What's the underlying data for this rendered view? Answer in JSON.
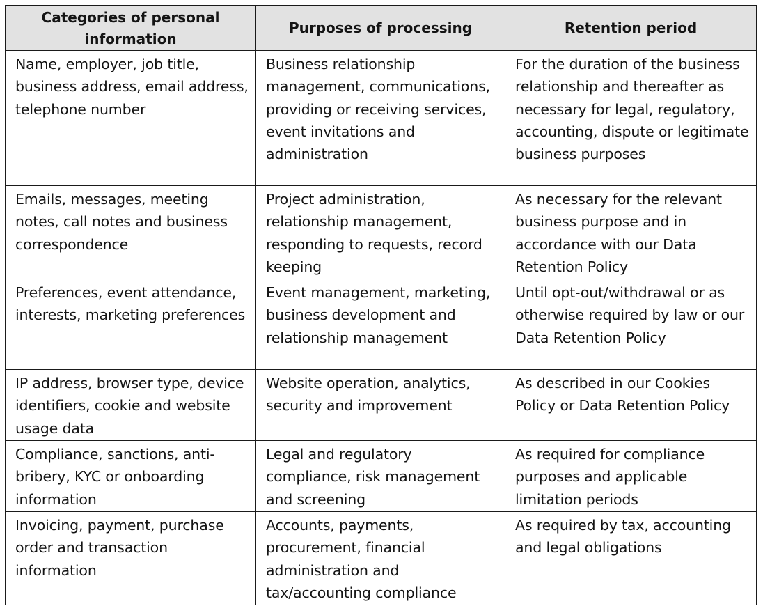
{
  "table": {
    "headers": [
      "Categories of personal information",
      "Purposes of processing",
      "Retention period"
    ],
    "rows": [
      {
        "category": "Name, employer, job title, business address, email address, telephone number",
        "purpose": "Business relationship management, communications, providing or receiving services, event invitations and administration",
        "retention": "For the duration of the business relationship and thereafter as necessary for legal, regulatory, accounting, dispute or legitimate business purposes"
      },
      {
        "category": "Emails, messages, meeting notes, call notes and business correspondence",
        "purpose": "Project administration, relationship management, responding to requests, record keeping",
        "retention": "As necessary for the relevant business purpose and in accordance with our Data Retention Policy"
      },
      {
        "category": "Preferences, event attendance, interests, marketing preferences",
        "purpose": "Event management, marketing, business development and relationship management",
        "retention": "Until opt-out/withdrawal or as otherwise required by law or our Data Retention Policy"
      },
      {
        "category": "IP address, browser type, device identifiers, cookie and website usage data",
        "purpose": "Website operation, analytics, security and improvement",
        "retention": "As described in our Cookies Policy or Data Retention Policy"
      },
      {
        "category": "Compliance, sanctions, anti-bribery, KYC or onboarding information",
        "purpose": "Legal and regulatory compliance, risk management and screening",
        "retention": "As required for compliance purposes and applicable limitation periods"
      },
      {
        "category": "Invoicing, payment, purchase order and transaction information",
        "purpose": "Accounts, payments, procurement, financial administration and tax/accounting compliance",
        "retention": "As required by tax, accounting and legal obligations"
      }
    ]
  }
}
